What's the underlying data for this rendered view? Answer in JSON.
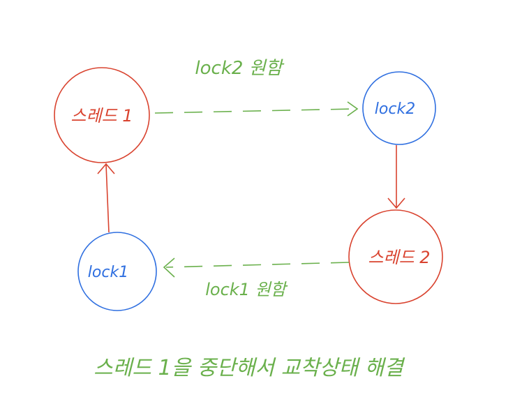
{
  "nodes": {
    "thread1": {
      "label": "스레드 1",
      "color": "#d9432f"
    },
    "thread2": {
      "label": "스레드 2",
      "color": "#d9432f"
    },
    "lock1": {
      "label": "lock1",
      "color": "#2f6fe0"
    },
    "lock2": {
      "label": "lock2",
      "color": "#2f6fe0"
    }
  },
  "edges": {
    "want_lock2": {
      "label": "lock2 원함",
      "color": "#6ab04c",
      "style": "dashed"
    },
    "want_lock1": {
      "label": "lock1 원함",
      "color": "#6ab04c",
      "style": "dashed"
    },
    "lock2_to_thread2": {
      "color": "#d9432f",
      "style": "solid"
    },
    "lock1_to_thread1": {
      "color": "#d9432f",
      "style": "solid"
    }
  },
  "note": {
    "text": "스레드 1을 중단해서 교착상태 해결",
    "color": "#6ab04c"
  }
}
